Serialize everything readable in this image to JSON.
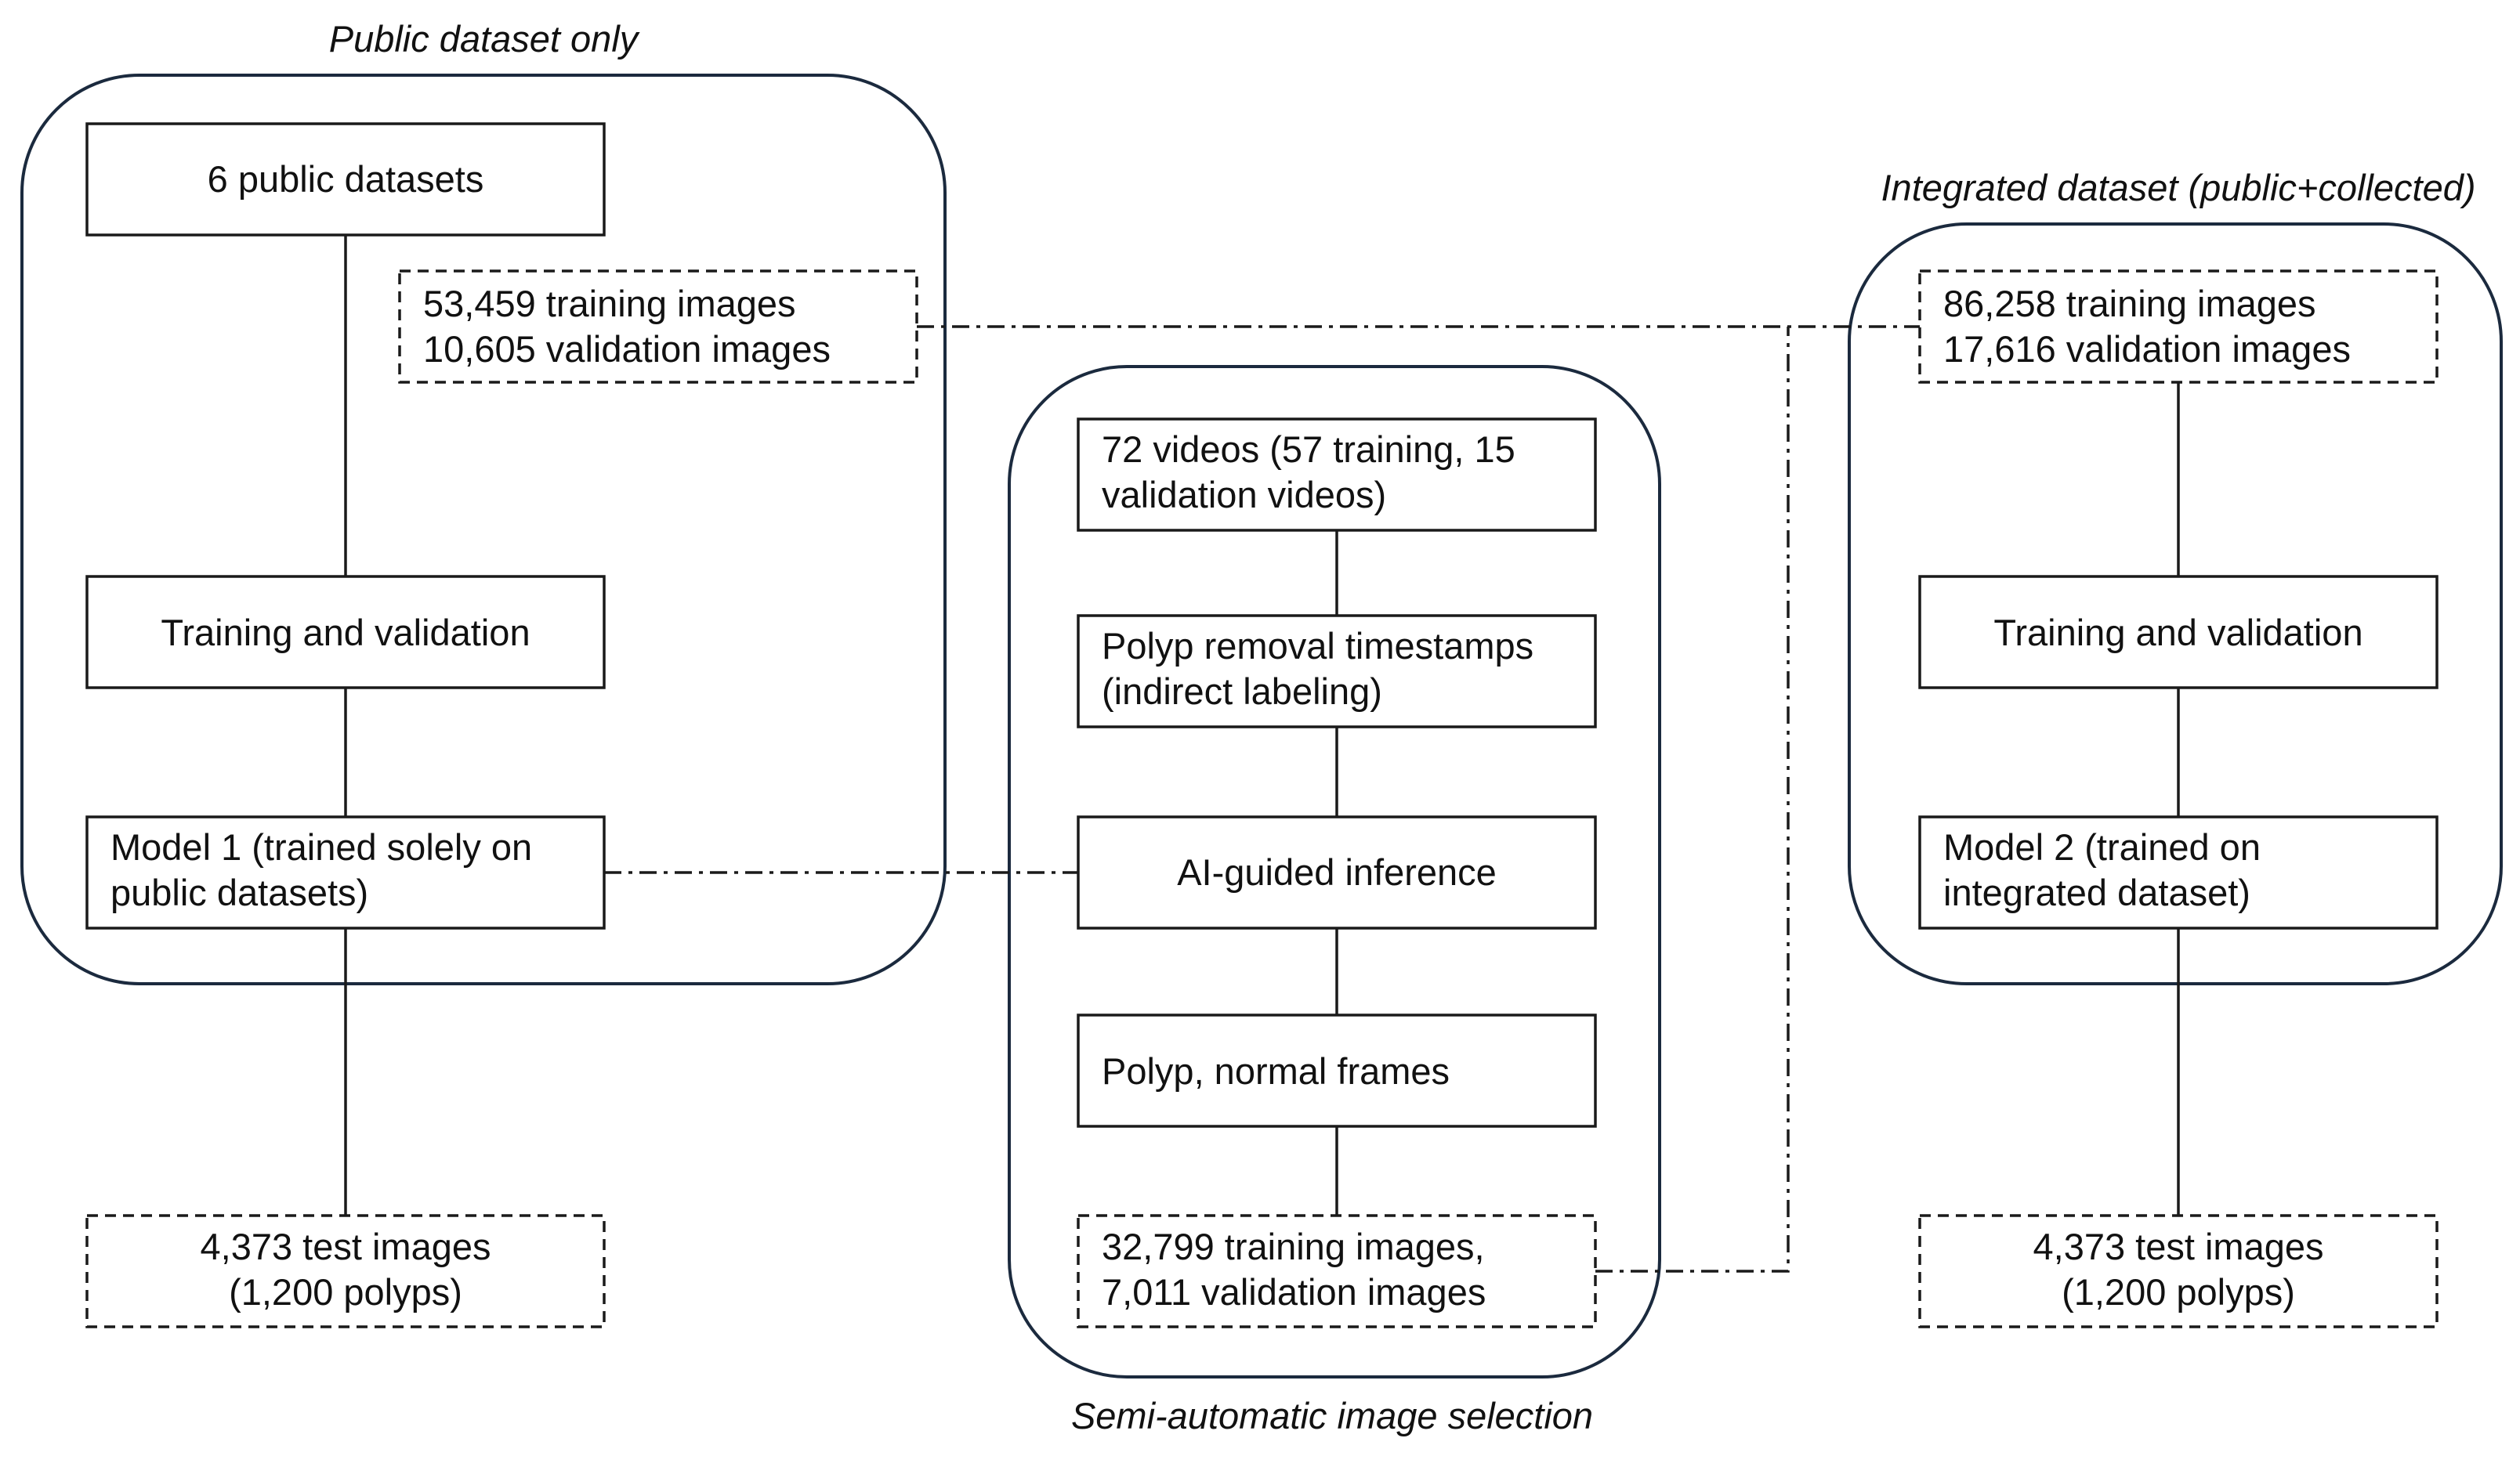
{
  "panels": {
    "public": {
      "caption": "Public dataset only"
    },
    "semi": {
      "caption": "Semi-automatic image selection"
    },
    "integrated": {
      "caption": "Integrated dataset (public+collected)"
    }
  },
  "public": {
    "source": "6 public datasets",
    "split": [
      "53,459 training images",
      "10,605 validation images"
    ],
    "training": "Training and validation",
    "model": [
      "Model 1 (trained solely on",
      "public datasets)"
    ],
    "test": [
      "4,373 test images",
      "(1,200 polyps)"
    ]
  },
  "semi": {
    "videos": [
      "72 videos (57 training, 15",
      "validation videos)"
    ],
    "timestamps": [
      "Polyp removal timestamps",
      "(indirect labeling)"
    ],
    "inference": "AI-guided inference",
    "frames": "Polyp, normal frames",
    "output": [
      "32,799 training images,",
      "7,011 validation images"
    ]
  },
  "integrated": {
    "split": [
      "86,258 training images",
      "17,616 validation images"
    ],
    "training": "Training and validation",
    "model": [
      "Model 2 (trained on",
      "integrated dataset)"
    ],
    "test": [
      "4,373 test images",
      "(1,200 polyps)"
    ]
  }
}
